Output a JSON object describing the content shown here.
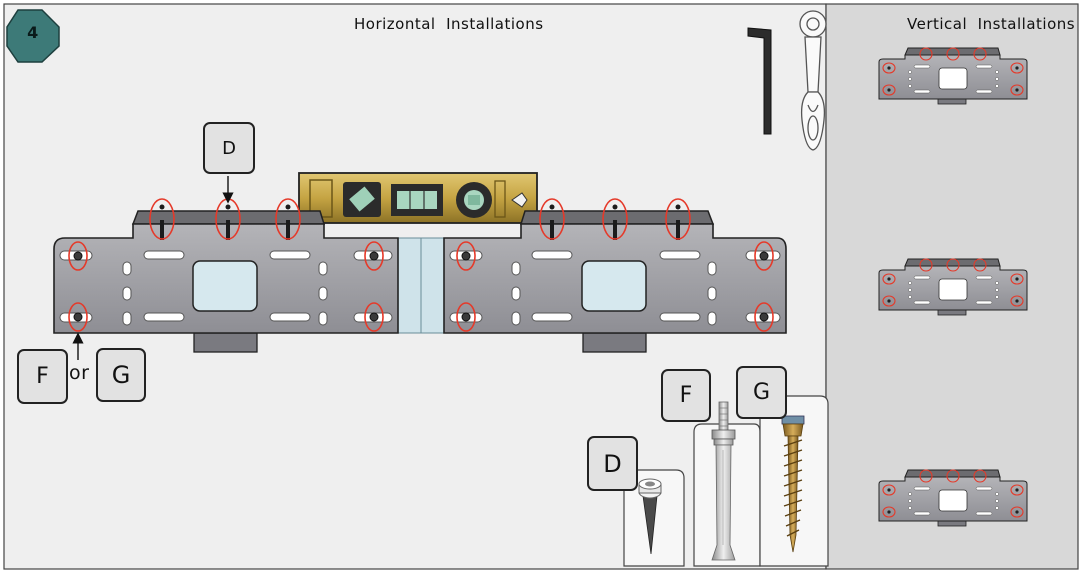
{
  "step_number": "4",
  "horizontal": {
    "title": "Horizontal  Installations"
  },
  "vertical": {
    "title": "Vertical  Installations"
  },
  "callouts": {
    "d_bracket": "D",
    "f_bracket": "F",
    "or_text": "or",
    "g_bracket": "G",
    "d_part": "D",
    "f_part": "F",
    "g_part": "G"
  },
  "colors": {
    "panel_background": "#efefef",
    "vertical_panel": "#d8d8d8",
    "bracket": "#a8a8ac",
    "highlight_ring": "#e53a2a",
    "step_badge": "#3d7a78",
    "level_body": "#c9aa4c"
  },
  "icons": [
    "hex-key-icon",
    "ratchet-wrench-icon",
    "spirit-level-icon",
    "anchor-sleeve-icon",
    "expansion-bolt-icon",
    "lag-screw-icon"
  ]
}
